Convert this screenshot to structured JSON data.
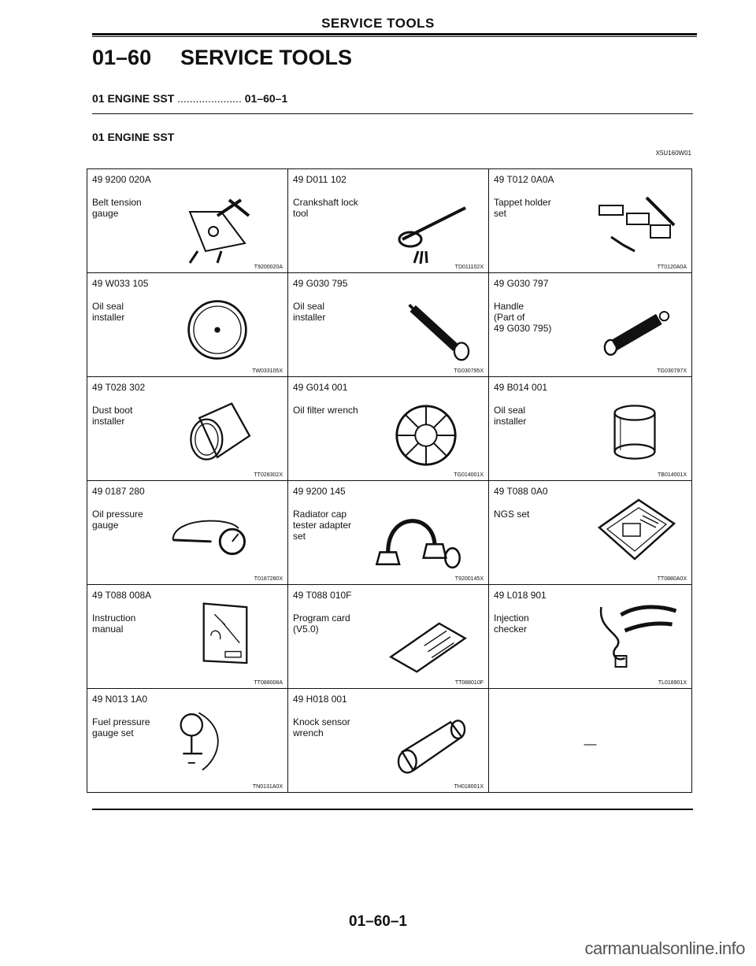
{
  "header": {
    "title": "SERVICE TOOLS"
  },
  "heading": {
    "number": "01–60",
    "text": "SERVICE TOOLS"
  },
  "toc": {
    "entry": "01 ENGINE SST",
    "leader": " ..................... ",
    "page": "01–60–1"
  },
  "section": {
    "title": "01 ENGINE SST",
    "doc_code": "X5U160W01"
  },
  "tools": [
    {
      "part": "49 9200 020A",
      "name": "Belt tension\ngauge",
      "fig": "T9200020A",
      "icon": "belt-tension-gauge-icon"
    },
    {
      "part": "49 D011 102",
      "name": "Crankshaft lock\ntool",
      "fig": "TD011102X",
      "icon": "crankshaft-lock-tool-icon"
    },
    {
      "part": "49 T012 0A0A",
      "name": "Tappet holder\nset",
      "fig": "TT0120A0A",
      "icon": "tappet-holder-set-icon"
    },
    {
      "part": "49 W033 105",
      "name": "Oil seal\ninstaller",
      "fig": "TW033105X",
      "icon": "oil-seal-installer-icon"
    },
    {
      "part": "49 G030 795",
      "name": "Oil seal\ninstaller",
      "fig": "TG030795X",
      "icon": "oil-seal-installer-rod-icon"
    },
    {
      "part": "49 G030 797",
      "name": "Handle\n(Part of\n49 G030 795)",
      "fig": "TG030797X",
      "icon": "handle-icon"
    },
    {
      "part": "49 T028 302",
      "name": "Dust boot\ninstaller",
      "fig": "TT028302X",
      "icon": "dust-boot-installer-icon"
    },
    {
      "part": "49 G014 001",
      "name": "Oil filter wrench",
      "fig": "TG014001X",
      "icon": "oil-filter-wrench-icon"
    },
    {
      "part": "49 B014 001",
      "name": "Oil seal\ninstaller",
      "fig": "TB014001X",
      "icon": "oil-seal-installer-cup-icon"
    },
    {
      "part": "49 0187 280",
      "name": "Oil pressure\ngauge",
      "fig": "T0187280X",
      "icon": "oil-pressure-gauge-icon"
    },
    {
      "part": "49 9200 145",
      "name": "Radiator cap\ntester adapter\nset",
      "fig": "T9200145X",
      "icon": "radiator-cap-adapter-icon"
    },
    {
      "part": "49 T088 0A0",
      "name": "NGS set",
      "fig": "TT0880A0X",
      "icon": "ngs-set-case-icon"
    },
    {
      "part": "49 T088 008A",
      "name": "Instruction\nmanual",
      "fig": "TT088008A",
      "icon": "instruction-manual-icon"
    },
    {
      "part": "49 T088 010F",
      "name": "Program card\n(V5.0)",
      "fig": "TT088010F",
      "icon": "program-card-icon"
    },
    {
      "part": "49 L018 901",
      "name": "Injection\nchecker",
      "fig": "TL018901X",
      "icon": "injection-checker-icon"
    },
    {
      "part": "49 N013 1A0",
      "name": "Fuel pressure\ngauge set",
      "fig": "TN0131A0X",
      "icon": "fuel-pressure-gauge-icon"
    },
    {
      "part": "49 H018 001",
      "name": "Knock sensor\nwrench",
      "fig": "TH018001X",
      "icon": "knock-sensor-wrench-icon"
    },
    {
      "part": "",
      "name": "",
      "fig": "",
      "icon": "",
      "empty_mark": "—"
    }
  ],
  "footer": {
    "page_number": "01–60–1",
    "watermark": "carmanualsonline.info"
  }
}
